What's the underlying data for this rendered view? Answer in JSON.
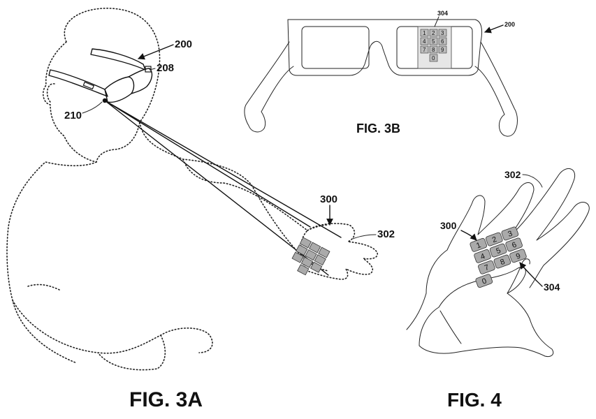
{
  "figures": {
    "fig3a": {
      "caption": "FIG. 3A",
      "labels": {
        "glasses": "200",
        "camera": "208",
        "projector": "210",
        "keypad": "300",
        "hand": "302"
      }
    },
    "fig3b": {
      "caption": "FIG. 3B",
      "labels": {
        "glasses": "200",
        "display_keypad": "304"
      },
      "keypad_keys": [
        "1",
        "2",
        "3",
        "4",
        "5",
        "6",
        "7",
        "8",
        "9",
        "0"
      ]
    },
    "fig4": {
      "caption": "FIG. 4",
      "labels": {
        "keypad": "300",
        "hand": "302",
        "pointer": "304"
      },
      "keypad_keys": [
        "1",
        "2",
        "3",
        "4",
        "5",
        "6",
        "7",
        "8",
        "9",
        "0"
      ]
    }
  }
}
